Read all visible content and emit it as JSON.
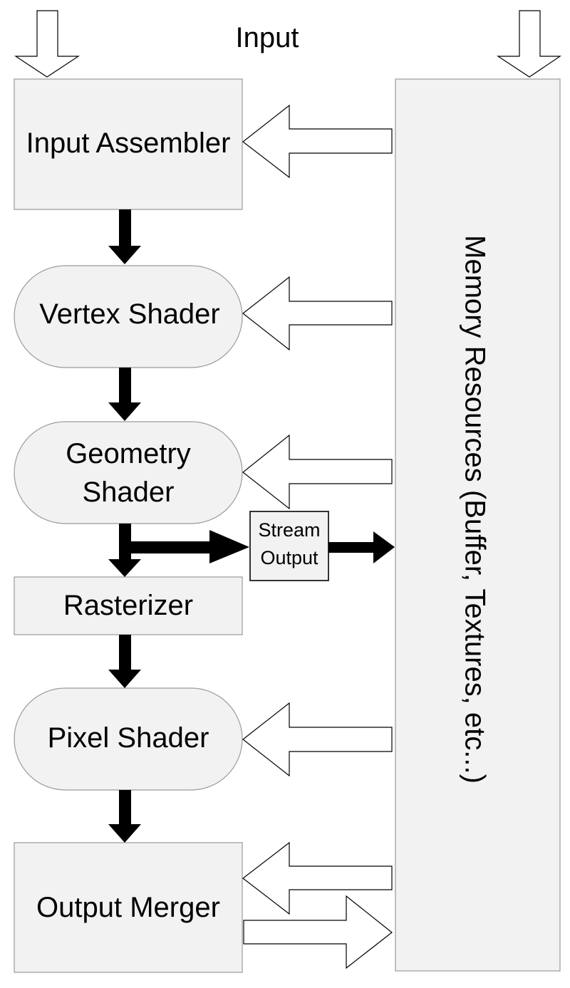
{
  "input_label": "Input",
  "stages": {
    "input_assembler": "Input Assembler",
    "vertex_shader": "Vertex Shader",
    "geometry_shader": [
      "Geometry",
      "Shader"
    ],
    "rasterizer": "Rasterizer",
    "pixel_shader": "Pixel Shader",
    "output_merger": "Output Merger"
  },
  "stream_output": [
    "Stream",
    "Output"
  ],
  "memory_resources": "Memory Resources (Buffer, Textures, etc...)",
  "colors": {
    "stage_fill": "#f2f2f2",
    "stage_border": "#9a9a9a",
    "arrow": "#000000"
  }
}
